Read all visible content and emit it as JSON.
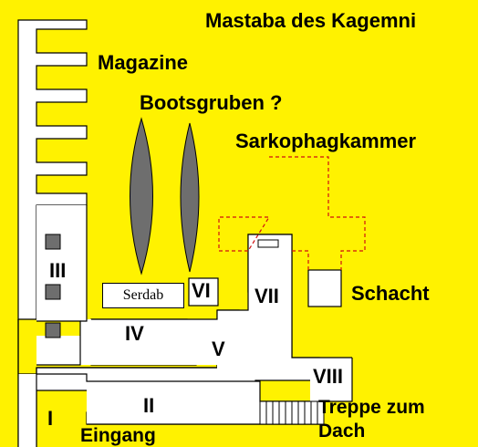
{
  "title": "Mastaba des Kagemni",
  "labels": {
    "magazine": "Magazine",
    "bootsgruben": "Bootsgruben ?",
    "sarkophagkammer": "Sarkophagkammer",
    "schacht": "Schacht",
    "serdab": "Serdab",
    "treppe_line1": "Treppe zum",
    "treppe_line2": "Dach",
    "eingang": "Eingang"
  },
  "rooms": {
    "r1": "I",
    "r2": "II",
    "r3": "III",
    "r4": "IV",
    "r5": "V",
    "r6": "VI",
    "r7": "VII",
    "r8": "VIII"
  },
  "colors": {
    "background": "#fff200",
    "rooms": "#ffffff",
    "outline": "#000000",
    "boat_pits": "#6e6e6e",
    "pillars": "#6e6e6e",
    "dashed": "#d01010"
  }
}
